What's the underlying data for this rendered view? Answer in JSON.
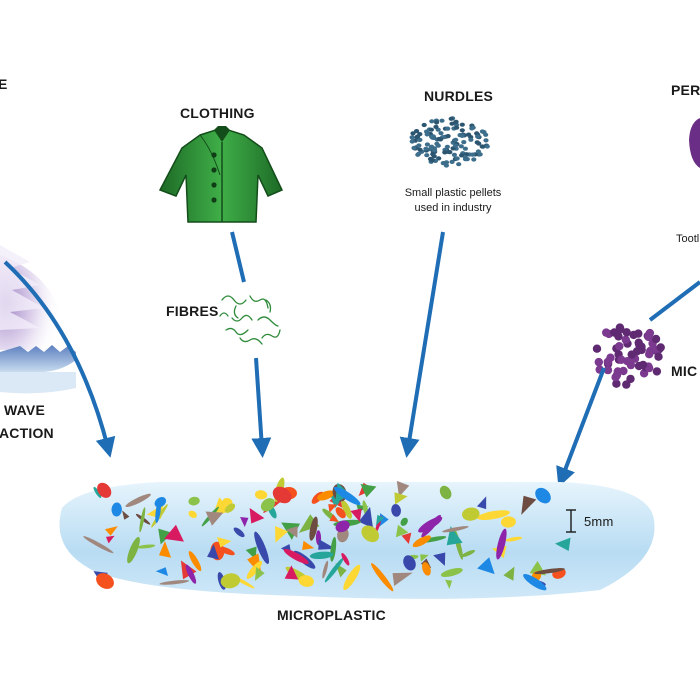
{
  "labels": {
    "clothing": "CLOTHING",
    "nurdles": "NURDLES",
    "nurdles_caption_line1": "Small plastic pellets",
    "nurdles_caption_line2": "used in industry",
    "fibres": "FIBRES",
    "wave_line1": "WAVE",
    "wave_line2": "ACTION",
    "personal_care_partial": "PER",
    "toothpaste_partial": "Tootl",
    "microbeads_partial": "MIC",
    "scale": "5mm",
    "microplastic": "MICROPLASTIC",
    "top_left_partial": "E"
  },
  "colors": {
    "arrow": "#1f6db5",
    "water_light": "#dbeefa",
    "water_mid": "#a9d4f0",
    "jacket_dark": "#1f6e2a",
    "jacket_light": "#3aa844",
    "nurdle": "#3d6e8c",
    "microbead": "#7b3a8f",
    "fibre": "#2e8b3a",
    "text": "#1a1a1a"
  },
  "icons": [
    "jacket-icon",
    "nurdles-cluster-icon",
    "fibres-icon",
    "microbeads-cluster-icon",
    "wave-icon",
    "product-icon"
  ]
}
